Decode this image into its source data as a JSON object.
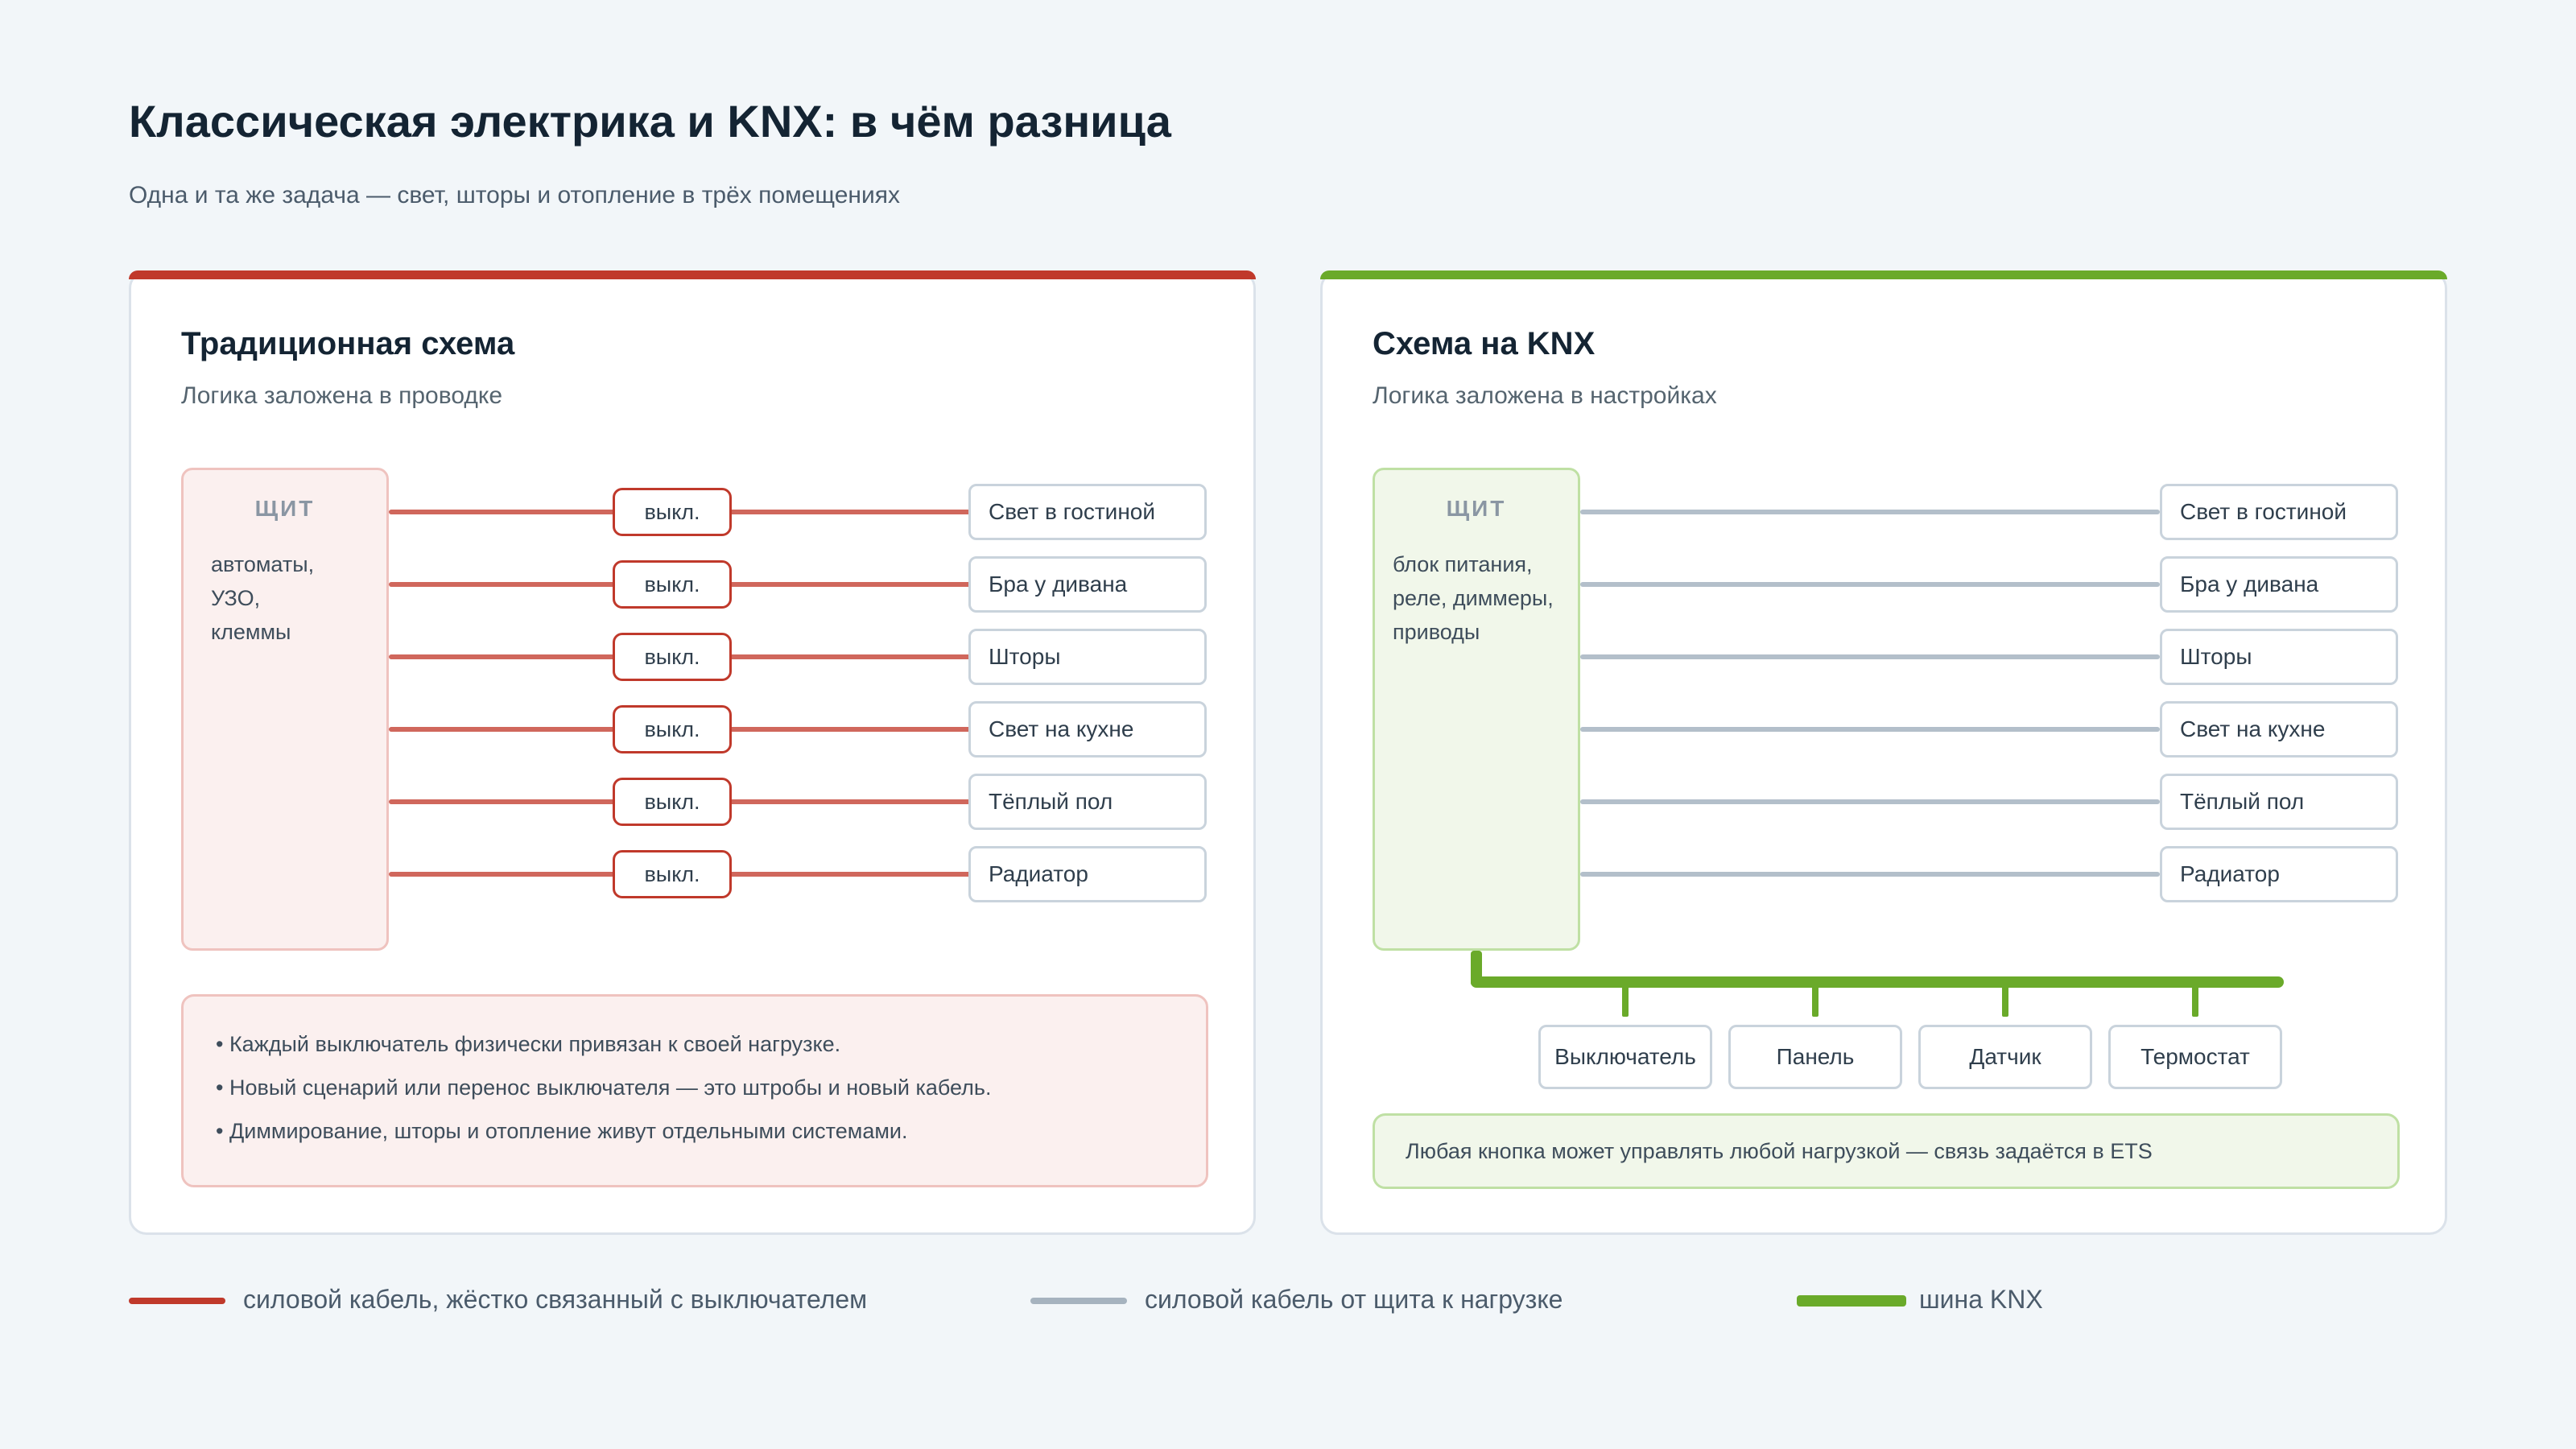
{
  "title": "Классическая электрика и KNX: в чём разница",
  "subtitle": "Одна и та же задача — свет, шторы и отопление в трёх помещениях",
  "colors": {
    "red": "#c0392b",
    "grey": "#a6b3bf",
    "green": "#6aaa2a"
  },
  "left": {
    "title": "Традиционная схема",
    "subtitle": "Логика заложена в проводке",
    "shield_title": "ЩИТ",
    "shield_lines": [
      "автоматы,",
      "УЗО,",
      "клеммы"
    ],
    "switch_label": "выкл.",
    "loads": [
      "Свет в гостиной",
      "Бра у дивана",
      "Шторы",
      "Свет на кухне",
      "Тёплый пол",
      "Радиатор"
    ],
    "bullets": [
      "• Каждый выключатель физически привязан к своей нагрузке.",
      "• Новый сценарий или перенос выключателя — это штробы и новый кабель.",
      "• Диммирование, шторы и отопление живут отдельными системами."
    ]
  },
  "right": {
    "title": "Схема на KNX",
    "subtitle": "Логика заложена в настройках",
    "shield_title": "ЩИТ",
    "shield_lines": [
      "блок питания,",
      "реле, диммеры,",
      "приводы"
    ],
    "loads": [
      "Свет в гостиной",
      "Бра у дивана",
      "Шторы",
      "Свет на кухне",
      "Тёплый пол",
      "Радиатор"
    ],
    "devices": [
      "Выключатель",
      "Панель",
      "Датчик",
      "Термостат"
    ],
    "note": "Любая кнопка может управлять любой нагрузкой — связь задаётся в ETS"
  },
  "legend": [
    "силовой кабель, жёстко связанный с выключателем",
    "силовой кабель от щита к нагрузке",
    "шина KNX"
  ]
}
